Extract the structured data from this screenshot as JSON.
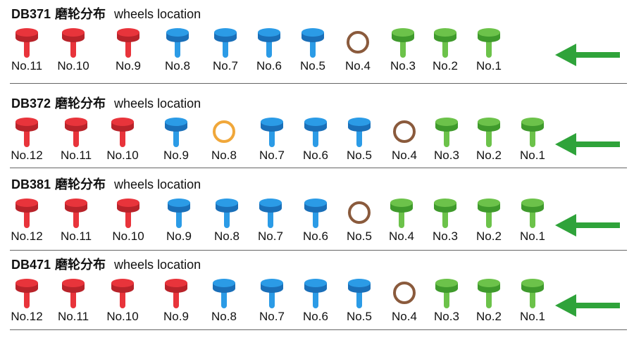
{
  "colors": {
    "red": {
      "top": "#e8343b",
      "body": "#b8232a"
    },
    "blue": {
      "top": "#2b9be6",
      "body": "#1a6fb8"
    },
    "green": {
      "top": "#6cc24a",
      "body": "#3f9a2c"
    },
    "brown_ring": "#8a5a3c",
    "orange_ring": "#f0a73a",
    "arrow": "#2fa33a"
  },
  "subtitle_cn": "磨轮分布",
  "subtitle_en": "wheels location",
  "sections": [
    {
      "model": "DB371",
      "wheels": [
        {
          "label": "No.11",
          "type": "red"
        },
        {
          "label": "No.10",
          "type": "red"
        },
        {
          "label": "No.9",
          "type": "red"
        },
        {
          "label": "No.8",
          "type": "blue"
        },
        {
          "label": "No.7",
          "type": "blue"
        },
        {
          "label": "No.6",
          "type": "blue"
        },
        {
          "label": "No.5",
          "type": "blue"
        },
        {
          "label": "No.4",
          "type": "brown-ring"
        },
        {
          "label": "No.3",
          "type": "green"
        },
        {
          "label": "No.2",
          "type": "green"
        },
        {
          "label": "No.1",
          "type": "green"
        }
      ]
    },
    {
      "model": "DB372",
      "wheels": [
        {
          "label": "No.12",
          "type": "red"
        },
        {
          "label": "No.11",
          "type": "red"
        },
        {
          "label": "No.10",
          "type": "red"
        },
        {
          "label": "No.9",
          "type": "blue"
        },
        {
          "label": "No.8",
          "type": "orange-ring"
        },
        {
          "label": "No.7",
          "type": "blue"
        },
        {
          "label": "No.6",
          "type": "blue"
        },
        {
          "label": "No.5",
          "type": "blue"
        },
        {
          "label": "No.4",
          "type": "brown-ring"
        },
        {
          "label": "No.3",
          "type": "green"
        },
        {
          "label": "No.2",
          "type": "green"
        },
        {
          "label": "No.1",
          "type": "green"
        }
      ]
    },
    {
      "model": "DB381",
      "wheels": [
        {
          "label": "No.12",
          "type": "red"
        },
        {
          "label": "No.11",
          "type": "red"
        },
        {
          "label": "No.10",
          "type": "red"
        },
        {
          "label": "No.9",
          "type": "blue"
        },
        {
          "label": "No.8",
          "type": "blue"
        },
        {
          "label": "No.7",
          "type": "blue"
        },
        {
          "label": "No.6",
          "type": "blue"
        },
        {
          "label": "No.5",
          "type": "brown-ring"
        },
        {
          "label": "No.4",
          "type": "green"
        },
        {
          "label": "No.3",
          "type": "green"
        },
        {
          "label": "No.2",
          "type": "green"
        },
        {
          "label": "No.1",
          "type": "green"
        }
      ]
    },
    {
      "model": "DB471",
      "wheels": [
        {
          "label": "No.12",
          "type": "red"
        },
        {
          "label": "No.11",
          "type": "red"
        },
        {
          "label": "No.10",
          "type": "red"
        },
        {
          "label": "No.9",
          "type": "red"
        },
        {
          "label": "No.8",
          "type": "blue"
        },
        {
          "label": "No.7",
          "type": "blue"
        },
        {
          "label": "No.6",
          "type": "blue"
        },
        {
          "label": "No.5",
          "type": "blue"
        },
        {
          "label": "No.4",
          "type": "brown-ring"
        },
        {
          "label": "No.3",
          "type": "green"
        },
        {
          "label": "No.2",
          "type": "green"
        },
        {
          "label": "No.1",
          "type": "green"
        }
      ]
    }
  ]
}
